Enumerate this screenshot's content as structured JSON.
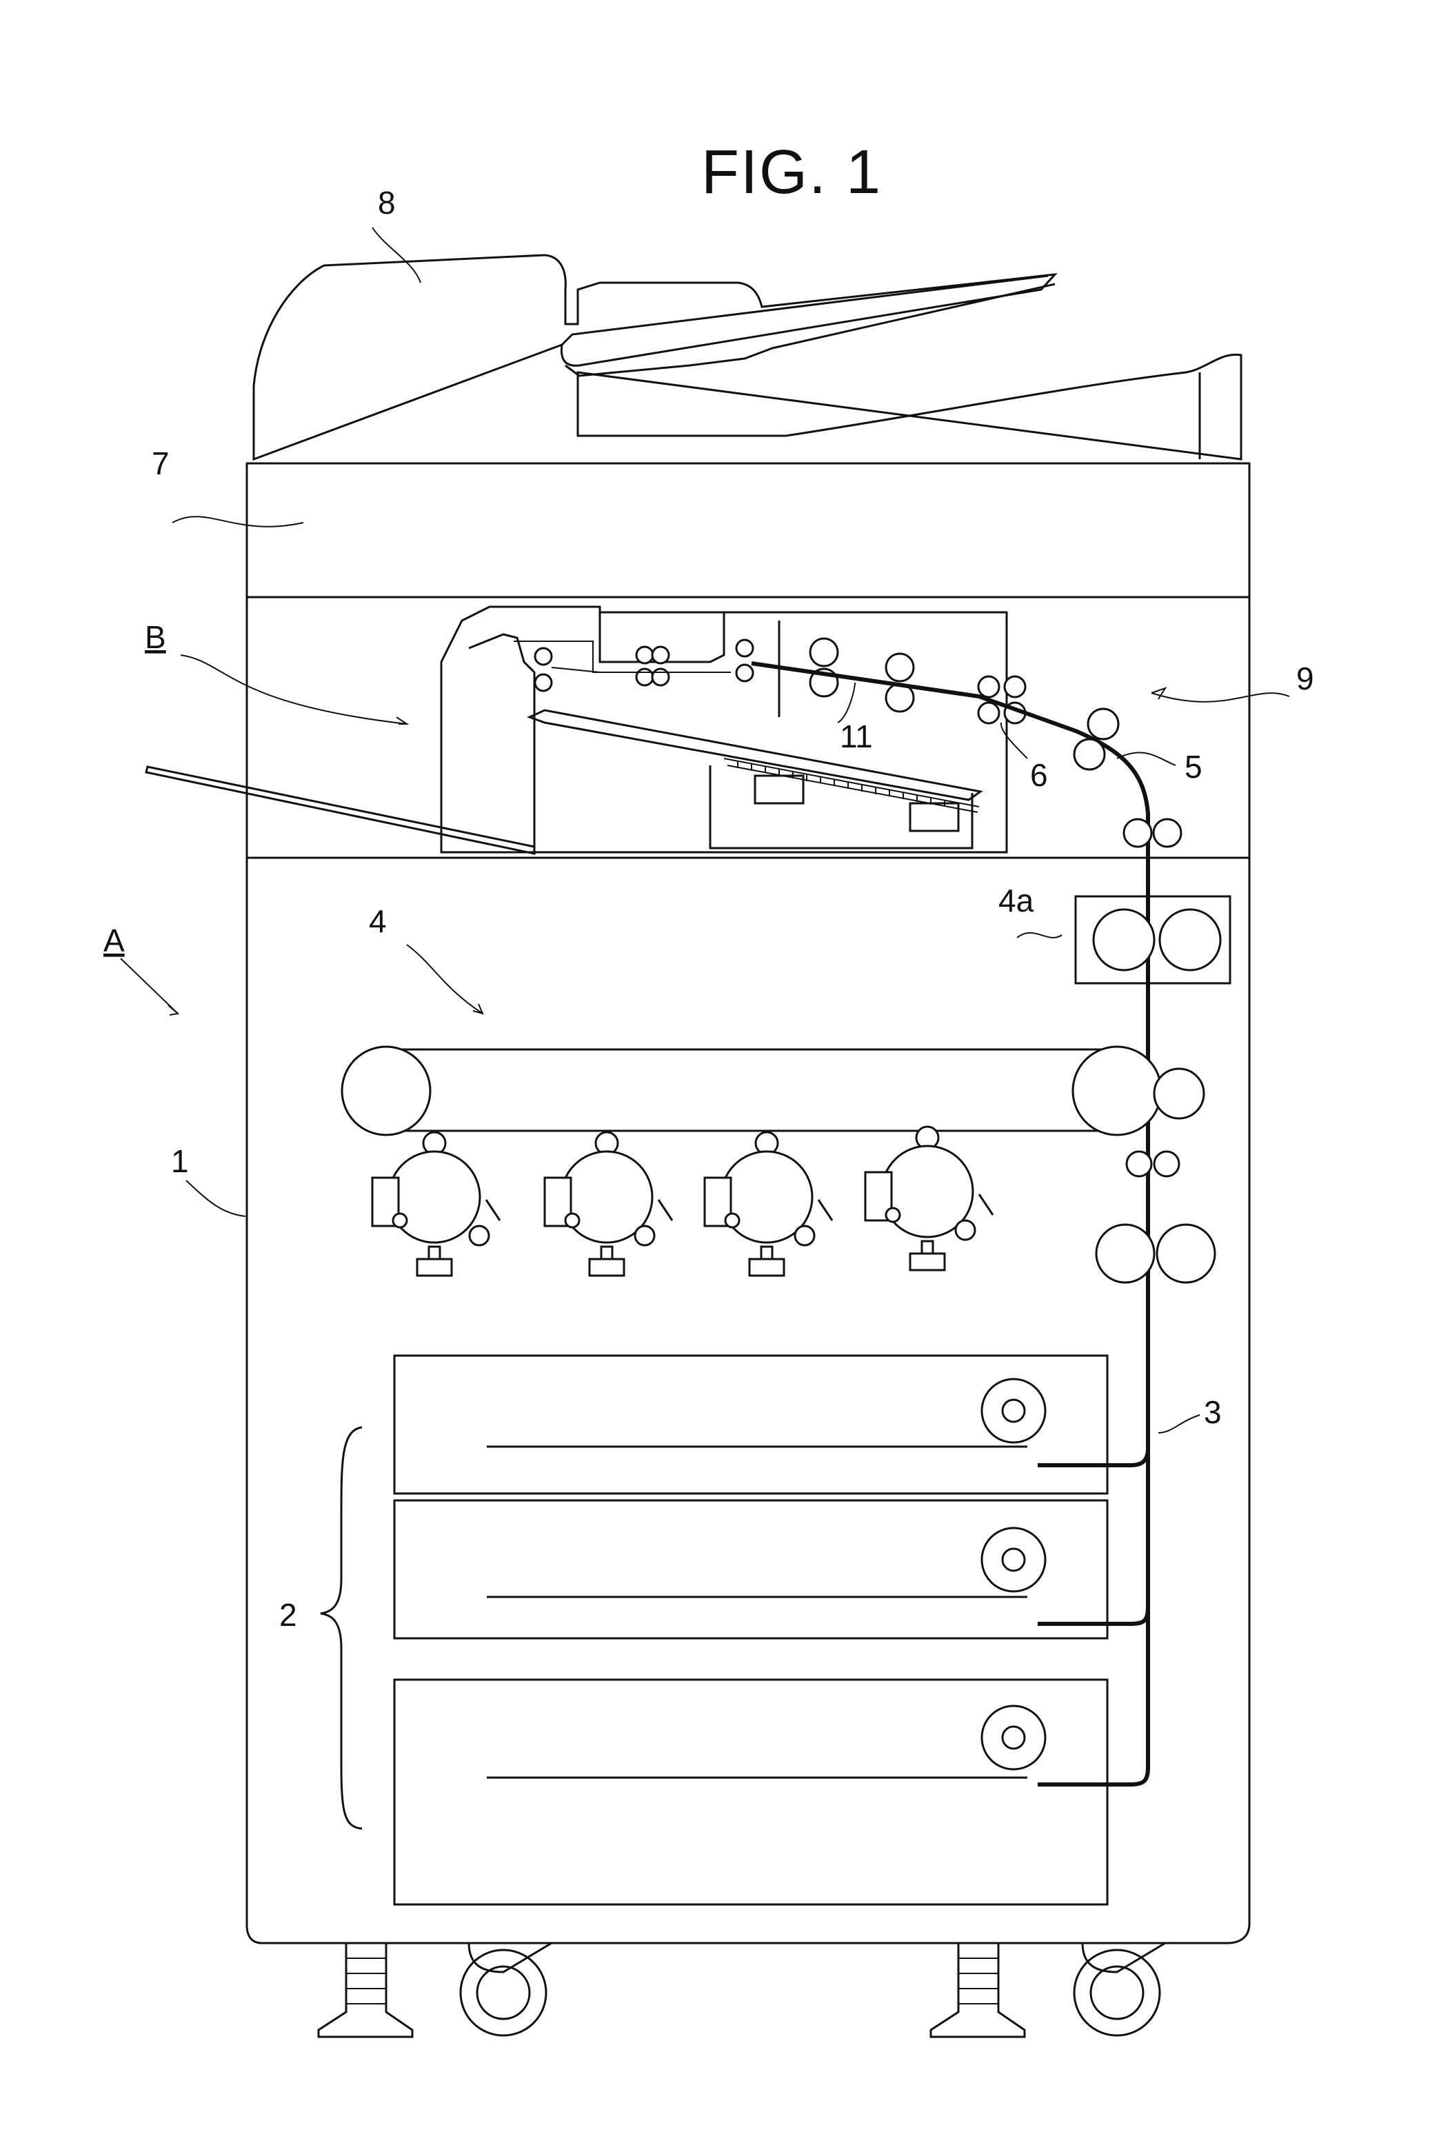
{
  "figure": {
    "title": "FIG. 1"
  },
  "labels": {
    "n8": "8",
    "n7": "7",
    "B": "B",
    "n9": "9",
    "n11": "11",
    "n6": "6",
    "n5": "5",
    "A": "A",
    "n4": "4",
    "n4a": "4a",
    "n1": "1",
    "n3": "3",
    "n2": "2"
  },
  "components": [
    "document-feeder",
    "image-reading-unit",
    "post-processing-unit",
    "apparatus-body",
    "image-forming-unit",
    "fixing-unit",
    "sheet-cassettes",
    "sheet-feed-path",
    "casters"
  ]
}
